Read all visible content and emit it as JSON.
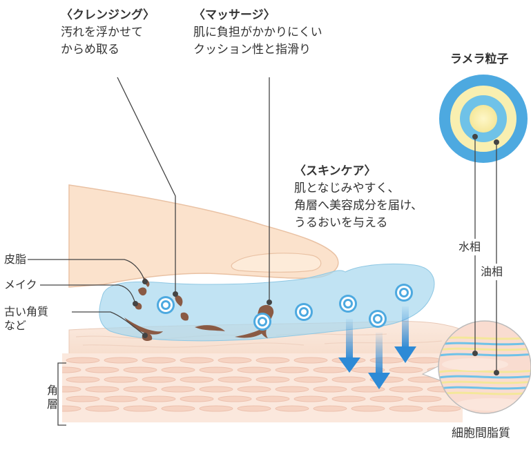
{
  "cleansing": {
    "heading": "〈クレンジング〉",
    "lines": [
      "汚れを浮かせて",
      "からめ取る"
    ]
  },
  "massage": {
    "heading": "〈マッサージ〉",
    "lines": [
      "肌に負担がかかりにくい",
      "クッション性と指滑り"
    ]
  },
  "skincare": {
    "heading": "〈スキンケア〉",
    "lines": [
      "肌となじみやすく、",
      "角層へ美容成分を届け、",
      "うるおいを与える"
    ]
  },
  "lamella": {
    "title": "ラメラ粒子",
    "water_phase": "水相",
    "oil_phase": "油相"
  },
  "left_labels": {
    "sebum": "皮脂",
    "makeup": "メイク",
    "old_keratin_1": "古い角質",
    "old_keratin_2": "など"
  },
  "stratum": {
    "char1": "角",
    "char2": "層"
  },
  "intercellular": "細胞間脂質",
  "colors": {
    "arrow": "#2d8ad6",
    "gel": "#a9d8ee",
    "skin": "#f8e3d6",
    "finger": "#fbe2cc",
    "line": "#444444"
  }
}
